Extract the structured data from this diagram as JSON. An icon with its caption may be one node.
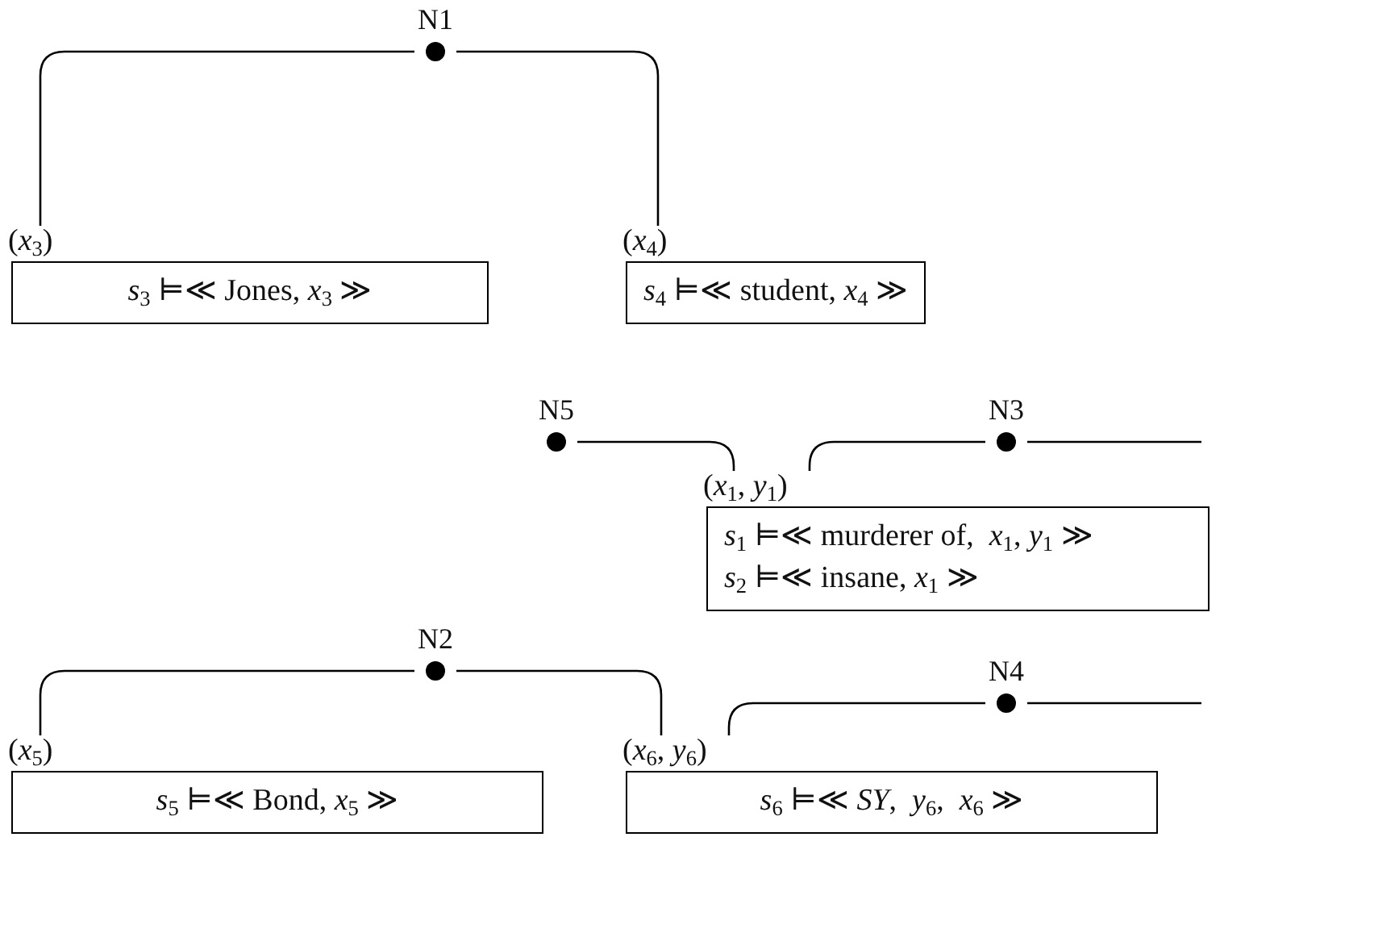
{
  "diagram": {
    "nodes": [
      {
        "text": [
          "N1"
        ]
      },
      {
        "text": [
          "(*x*$_{3}$)",
          "*s*$_{3}$ ⊨≪ Jones, *x*$_{3}$ ≫"
        ]
      },
      {
        "text": [
          "(*x*$_{4}$)",
          "*s*$_{4}$ ⊨≪ student, *x*$_{4}$ ≫"
        ]
      },
      {
        "text": [
          "N5"
        ]
      },
      {
        "text": [
          "N3"
        ]
      },
      {
        "text": [
          "(*x*$_{1}$, *y*$_{1}$)",
          "*s*$_{1}$ ⊨≪ murderer of,  *x*$_{1}$, *y*$_{1}$ ≫",
          "*s*$_{2}$ ⊨≪ insane, *x*$_{1}$ ≫"
        ]
      },
      {
        "text": [
          "N2"
        ]
      },
      {
        "text": [
          "(*x*$_{5}$)",
          "*s*$_{5}$ ⊨≪ Bond, *x*$_{5}$ ≫"
        ]
      },
      {
        "text": [
          "(*x*$_{6}$, *y*$_{6}$)",
          "*s*$_{6}$ ⊨≪ *SY*,  *y*$_{6}$,  *x*$_{6}$ ≫"
        ]
      },
      {
        "text": [
          "N4"
        ]
      }
    ],
    "edges": [
      {
        "from": 0,
        "to": 1,
        "arrow": "none"
      },
      {
        "from": 0,
        "to": 2,
        "arrow": "none"
      },
      {
        "from": 3,
        "to": 5,
        "arrow": "none"
      },
      {
        "from": 4,
        "to": 5,
        "arrow": "none"
      },
      {
        "from": 4,
        "to": null,
        "arrow": "none"
      },
      {
        "from": 6,
        "to": 7,
        "arrow": "none"
      },
      {
        "from": 6,
        "to": 8,
        "arrow": "none"
      },
      {
        "from": 9,
        "to": 8,
        "arrow": "none"
      },
      {
        "from": 9,
        "to": null,
        "arrow": "none"
      }
    ]
  }
}
